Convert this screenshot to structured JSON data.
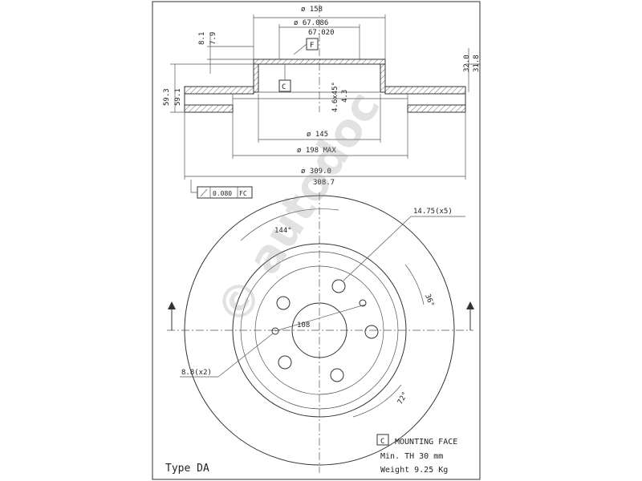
{
  "dimensions": {
    "d_158": "ø 158",
    "d_67086": "ø 67.086",
    "d_67020": "67.020",
    "h_81": "8.1",
    "h_79": "7.9",
    "flag_f": "F",
    "flag_c": "C",
    "h_593": "59.3",
    "h_591": "59.1",
    "chamfer": "4.6x45°",
    "h_43": "4.3",
    "th_320": "32.0",
    "th_318": "31.8",
    "d_145": "ø 145",
    "d_198": "ø 198 MAX",
    "d_3090": "ø 309.0",
    "d_3087": "308.7",
    "tolerance_value": "0.080",
    "tolerance_ref": "FC"
  },
  "front_view": {
    "angle_144": "144°",
    "holes_label": "14.75(x5)",
    "angle_36": "36°",
    "pcd_108": "108",
    "pin_label": "8.8(x2)",
    "angle_72": "72°"
  },
  "notes": {
    "mounting_face_flag": "C",
    "mounting_face": "MOUNTING FACE",
    "min_th": "Min. TH  30  mm",
    "weight": "Weight 9.25 Kg"
  },
  "type_label": "Type DA",
  "watermark": "© autodoc",
  "colors": {
    "line": "#333333",
    "paper": "#ffffff",
    "frame": "#444444"
  }
}
